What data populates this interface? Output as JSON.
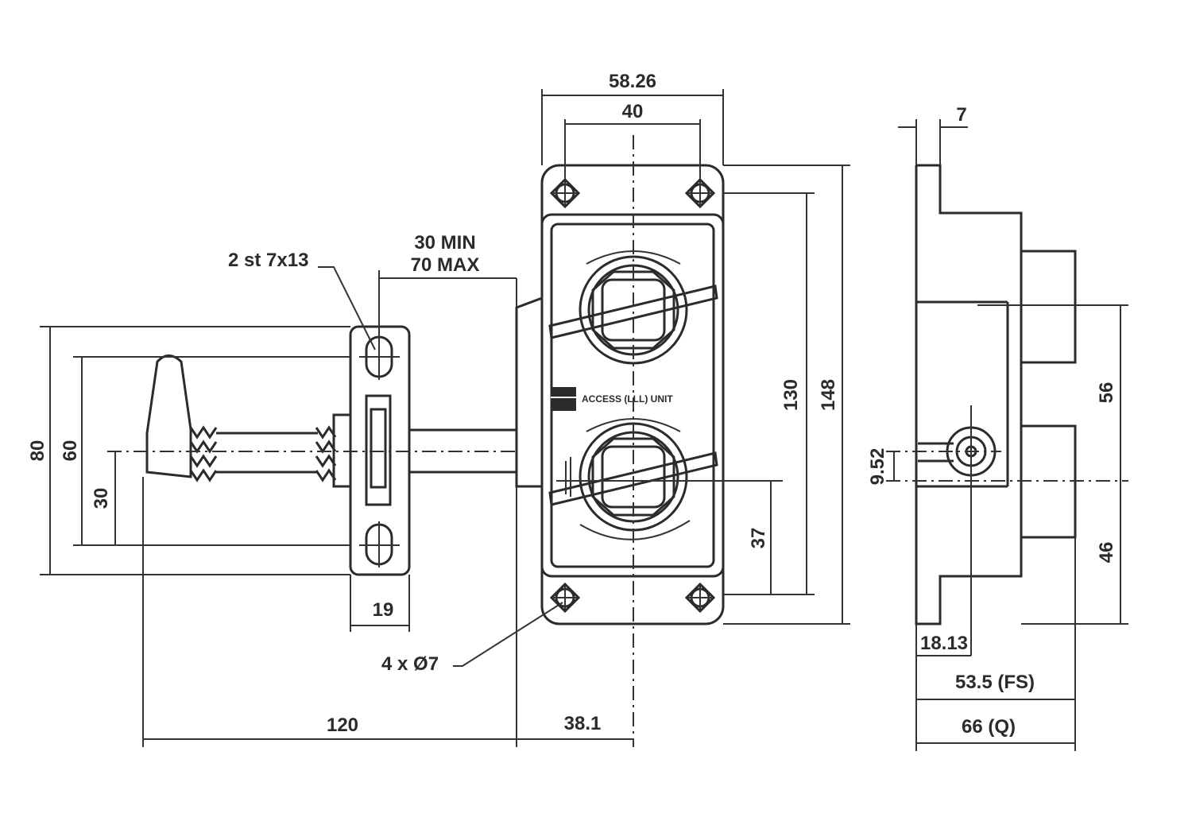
{
  "dimensions": {
    "width_outer": "58.26",
    "width_inner": "40",
    "flange": "7",
    "slots": "2 st 7x13",
    "travel_line1": "30 MIN",
    "travel_line2": "70 MAX",
    "h80": "80",
    "h60": "60",
    "h30": "30",
    "w19": "19",
    "holes": "4 x Ø7",
    "l120": "120",
    "l381": "38.1",
    "h130": "130",
    "h148": "148",
    "h37": "37",
    "h952": "9.52",
    "h56": "56",
    "h46": "46",
    "d1813": "18.13",
    "fs": "53.5 (FS)",
    "q": "66 (Q)"
  },
  "plate_label": "ACCESS (LLL) UNIT"
}
